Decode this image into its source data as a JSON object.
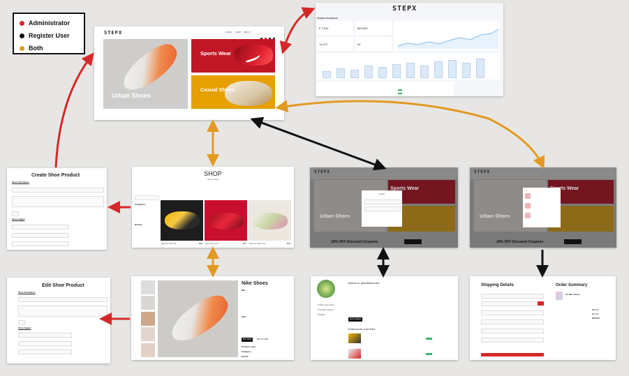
{
  "legend": {
    "items": [
      {
        "label": "Administrator",
        "color": "#d62828"
      },
      {
        "label": "Register User",
        "color": "#111111"
      },
      {
        "label": "Both",
        "color": "#e39a22"
      }
    ]
  },
  "colors": {
    "admin": "#d62828",
    "user": "#111111",
    "both": "#e39a22"
  },
  "home": {
    "logo": "STEPX",
    "nav": [
      "HOME",
      "SHOP",
      "ABOUT"
    ],
    "tiles": {
      "urban": "Urban Shoes",
      "sports": "Sports Wear",
      "casual": "Casual Shoes"
    }
  },
  "dashboard": {
    "logo": "STEPX",
    "title": "Analytics Dashboard",
    "stats": [
      "£ 7,542",
      "$23,350",
      "14,272",
      "94"
    ]
  },
  "shop": {
    "title": "SHOP",
    "subtitle": "Home / shop",
    "categories_title": "Categories",
    "brands_title": "Brands",
    "products": [
      "Nike Air Max 90",
      "Nike Free Run",
      "Nike Air Max 270"
    ],
    "prices": [
      "$60",
      "$70",
      "$90"
    ]
  },
  "create_product": {
    "title": "Create Shoe Product",
    "section": "Shoe Information",
    "images_section": "Shoe Images"
  },
  "edit_product": {
    "title": "Edit Shoe Product",
    "section": "Shoe Information",
    "images_section": "Shoe Images"
  },
  "login_modal": {
    "logo": "STEPX",
    "title": "Log in",
    "banner": "10% OFF Discount Coupons",
    "tiles": {
      "sports": "Sports Wear",
      "urban": "Urban Shoes"
    }
  },
  "cart_modal": {
    "logo": "STEPX",
    "banner": "10% OFF Discount Coupons",
    "tiles": {
      "sports": "Sports Wear",
      "urban": "Urban Shoes"
    }
  },
  "product_detail": {
    "name": "Nike Shoes",
    "price": "$90",
    "size_label": "Size:",
    "add_to_cart": "ADD TO CART",
    "buy_now": "BUY NOW",
    "product_code": "Product code:",
    "category": "Category:",
    "brand": "Brand:"
  },
  "profile": {
    "title": "PROFILE INFORMATION",
    "history": "PURCHASE HISTORY",
    "save": "Save Changes",
    "menu": [
      "Profile Information",
      "Purchase History",
      "Wishlist"
    ]
  },
  "checkout": {
    "shipping": "Shipping Details",
    "summary": "Order Summary",
    "item": "Air Max Shoes",
    "totals": [
      "$90.00",
      "$10.00",
      "$100.00"
    ]
  }
}
